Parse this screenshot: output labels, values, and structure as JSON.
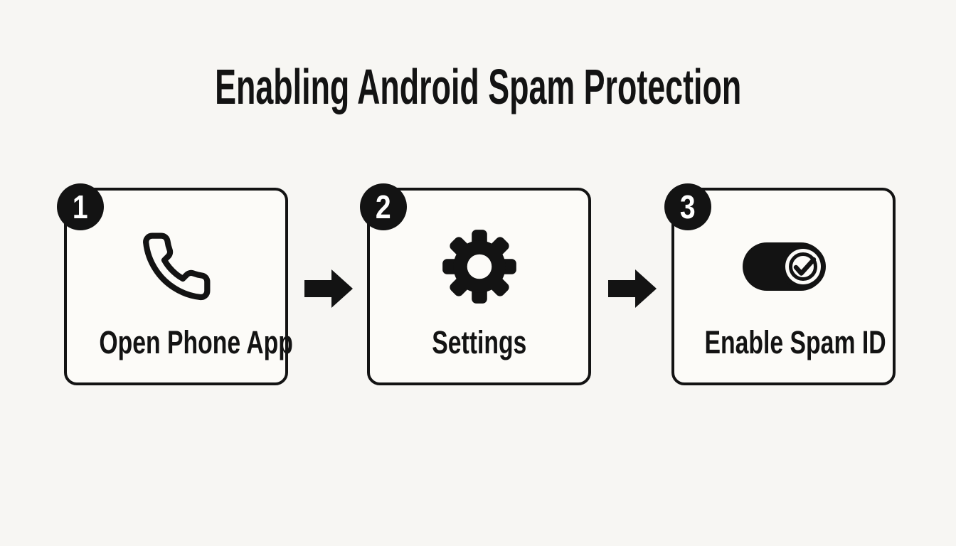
{
  "title": "Enabling Android Spam Protection",
  "colors": {
    "background": "#f7f6f3",
    "card_bg": "#fcfbf8",
    "ink": "#131313",
    "badge_text": "#ffffff"
  },
  "steps": [
    {
      "number": "1",
      "label": "Open Phone App",
      "icon": "phone-icon"
    },
    {
      "number": "2",
      "label": "Settings",
      "icon": "gear-icon"
    },
    {
      "number": "3",
      "label": "Enable Spam ID",
      "icon": "toggle-on-check-icon"
    }
  ],
  "connector": {
    "icon": "right-arrow-icon"
  }
}
